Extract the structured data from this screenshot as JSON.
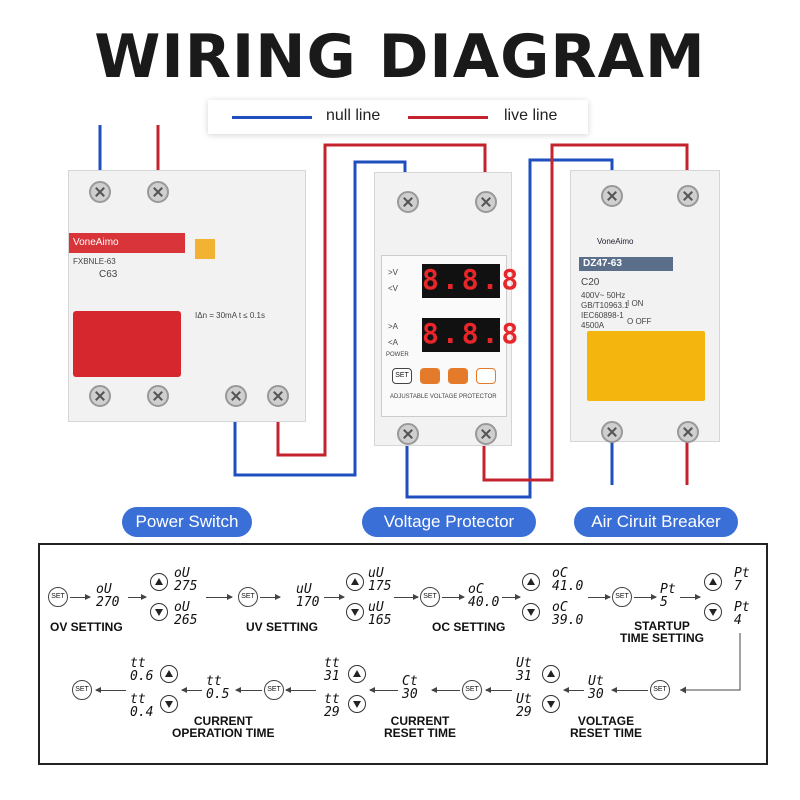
{
  "title": "WIRING DIAGRAM",
  "legend": {
    "null_line": "null line",
    "live_line": "live line",
    "null_color": "#1f4fbf",
    "live_color": "#c4232d"
  },
  "devices": {
    "power_switch": {
      "label": "Power Switch",
      "brand": "VoneAimo",
      "model": "FXBNLE-63",
      "rating": "C63",
      "spec": "IΔn = 30mA  t ≤ 0.1s"
    },
    "voltage_protector": {
      "label": "Voltage Protector",
      "caption": "ADJUSTABLE VOLTAGE PROTECTOR",
      "v_display": "8.8.8",
      "a_display": "8.8.8",
      "leds": [
        ">V",
        "<V",
        ">A",
        "<A",
        "POWER"
      ],
      "buttons": [
        "SET",
        "up",
        "down",
        "power"
      ]
    },
    "air_circuit_breaker": {
      "label": "Air Ciruit Breaker",
      "brand": "VoneAimo",
      "model": "DZ47-63",
      "rating": "C20",
      "spec1": "400V~ 50Hz",
      "spec2": "GB/T10963.1",
      "spec3": "IEC60898-1",
      "spec4": "4500A",
      "on": "I ON",
      "off": "O OFF"
    }
  },
  "settings": {
    "set_label": "SET",
    "ov": {
      "label": "OV SETTING",
      "current": "oU\n270",
      "up": "oU\n275",
      "down": "oU\n265"
    },
    "uv": {
      "label": "UV SETTING",
      "current": "uU\n170",
      "up": "uU\n175",
      "down": "uU\n165"
    },
    "oc": {
      "label": "OC SETTING",
      "current": "oC\n40.0",
      "up": "oC\n41.0",
      "down": "oC\n39.0"
    },
    "startup": {
      "label": "STARTUP\nTIME SETTING",
      "current": "Pt\n5",
      "up": "Pt\n7",
      "down": "Pt\n4"
    },
    "voltage_reset": {
      "label": "VOLTAGE\nRESET TIME",
      "current": "Ut\n30",
      "up": "Ut\n31",
      "down": "Ut\n29"
    },
    "current_reset": {
      "label": "CURRENT\nRESET TIME",
      "current": "Ct\n30",
      "up": "tt\n31",
      "down": "tt\n29"
    },
    "current_op": {
      "label": "CURRENT\nOPERATION TIME",
      "current": "tt\n0.5",
      "up": "tt\n0.6",
      "down": "tt\n0.4"
    }
  }
}
